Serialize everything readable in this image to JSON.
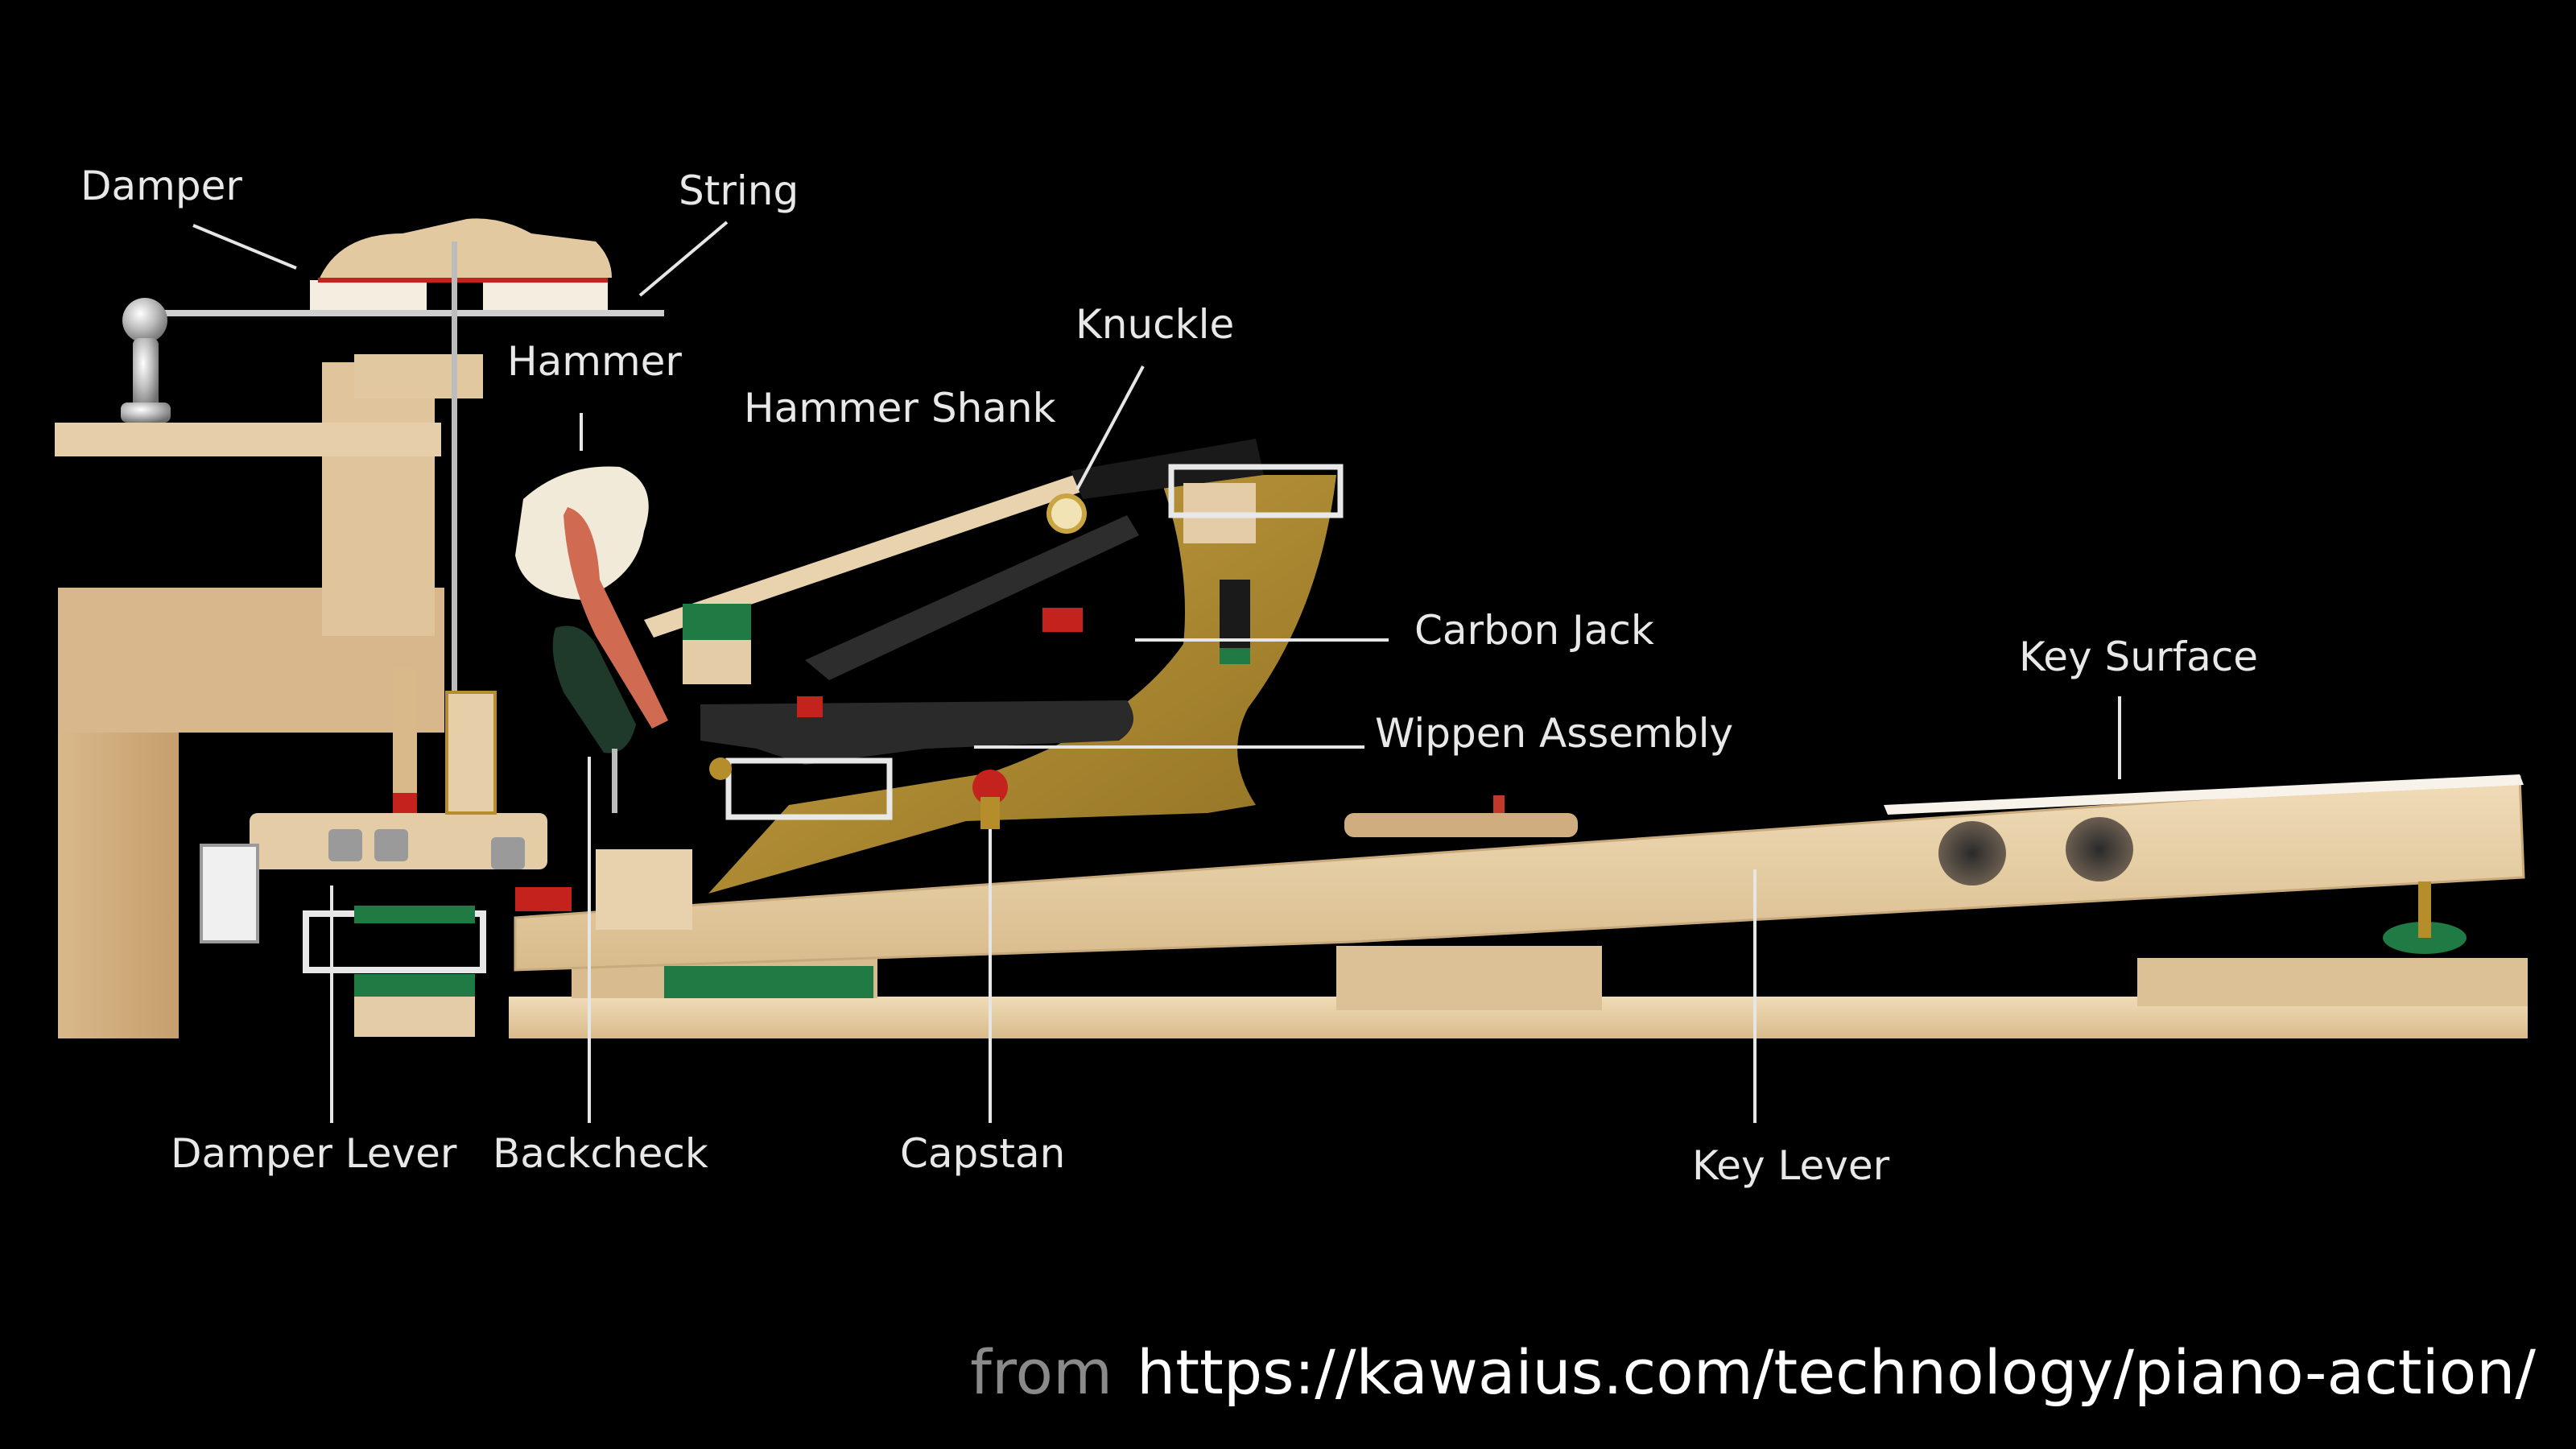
{
  "labels": {
    "damper": "Damper",
    "string": "String",
    "hammer": "Hammer",
    "hammer_shank": "Hammer Shank",
    "knuckle": "Knuckle",
    "carbon_jack": "Carbon Jack",
    "key_surface": "Key Surface",
    "wippen_assembly": "Wippen Assembly",
    "damper_lever": "Damper Lever",
    "backcheck": "Backcheck",
    "capstan": "Capstan",
    "key_lever": "Key Lever"
  },
  "credit": {
    "prefix": "from",
    "url": "https://kawaius.com/technology/piano-action/"
  },
  "colors": {
    "background": "#000000",
    "wood": "#e6cfa8",
    "wood_dark": "#c9a67a",
    "brass": "#b08d33",
    "felt_green": "#1f7a43",
    "felt_red": "#c4221c",
    "label_text": "#e8e8e8"
  }
}
